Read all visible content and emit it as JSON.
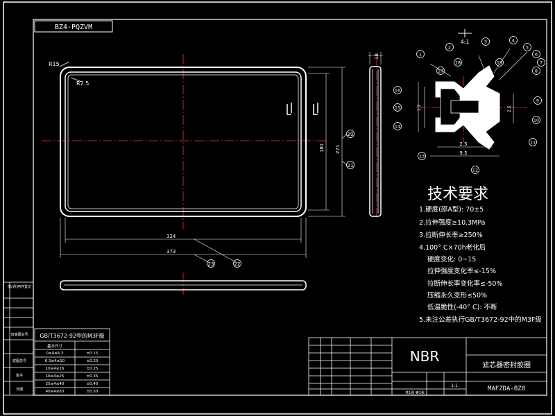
{
  "drawing_code": "BZ4-PQZVM",
  "gasket_size_labels": {
    "corner_radius": "R15",
    "inner_radius": "R2.5",
    "height_inner": "181",
    "height_outer": "271",
    "width_inner": "324",
    "width_outer": "373",
    "thickness": "18"
  },
  "callouts": {
    "c20": "20",
    "c21": "21",
    "c22": "22",
    "c23": "23"
  },
  "detail": {
    "scale": "4:1",
    "dims": [
      "1",
      "2",
      "3",
      "4",
      "5",
      "6",
      "7",
      "8",
      "9",
      "10",
      "11",
      "12",
      "13",
      "14",
      "15",
      "16",
      "17",
      "18",
      "19"
    ],
    "dim_texts": [
      "2.5",
      "9.5",
      "1.2",
      "2.5"
    ]
  },
  "requirements": {
    "title": "技术要求",
    "items": [
      "1.硬度(邵A型): 70±5",
      "2.拉伸强度≥10.3MPa",
      "3.拉断伸长率≥250%",
      "4.100° C×70h老化后",
      "硬度变化: 0~15",
      "拉伸强度变化率≤-15%",
      "拉断伸长率变化率≤-50%",
      "压缩永久变形≤50%",
      "低温脆性(-40° C): 不断",
      "5.未注公差执行GB/T3672-92中的M3F级"
    ]
  },
  "tolerance_table": {
    "title": "GB/T3672-92中的M3F级",
    "header": "基本尺寸",
    "rows": [
      {
        "size": "0≤4≤6.3",
        "tol": "±0.15"
      },
      {
        "size": "6.3≤4≤10",
        "tol": "±0.20"
      },
      {
        "size": "10≤4≤16",
        "tol": "±0.25"
      },
      {
        "size": "16≤4≤25",
        "tol": "±0.35"
      },
      {
        "size": "25≤4≤40",
        "tol": "±0.40"
      },
      {
        "size": "40≤4≤63",
        "tol": "±0.50"
      }
    ]
  },
  "left_strip": {
    "items": [
      "借(通)用件登记",
      "",
      "旧底图总号",
      "",
      "底图总号",
      "签字",
      "日期"
    ]
  },
  "title_block": {
    "material": "NBR",
    "part_name": "滤芯器密封胶圈",
    "part_code": "MAFZDA-BZ8",
    "scale": "1:1",
    "sheet": "共1张 第1张"
  },
  "colors": {
    "background": "#000000",
    "lines": "#ffffff",
    "centerline": "#ff0000",
    "sectionfill": "#ffffff"
  }
}
